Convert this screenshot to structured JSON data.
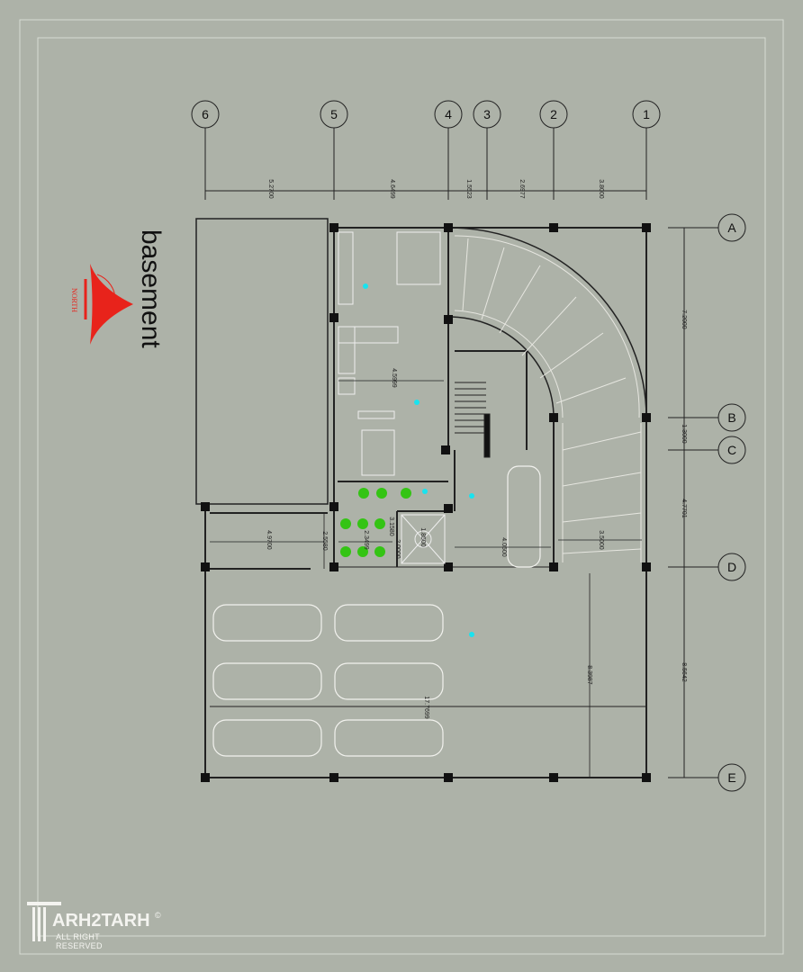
{
  "drawing": {
    "title": "basement",
    "north_label": "NORTH",
    "grid_columns": [
      "6",
      "5",
      "4",
      "3",
      "2",
      "1"
    ],
    "grid_rows": [
      "A",
      "B",
      "C",
      "D",
      "E"
    ],
    "top_dimensions": [
      "5.2700",
      "4.6499",
      "1.5523",
      "2.6977",
      "3.8000"
    ],
    "right_dimensions": [
      "7.2000",
      "1.3000",
      "4.7701",
      "8.5642"
    ],
    "interior_dimensions": {
      "hall_width": "4.5999",
      "left_bay": "4.9700",
      "left_depth": "2.5580",
      "planter_width": "2.3499",
      "planter_depth": "3.1580",
      "planter_inner": "2.0000",
      "shaft": "1.8500",
      "ramp_width": "4.0500",
      "stair_width": "3.5000",
      "parking_depth": "8.3987",
      "total_width": "17.7699"
    },
    "colors": {
      "background": "#adb2a8",
      "north": "#e8231b",
      "plants": "#34c414",
      "fixtures": "#19e3ef"
    }
  },
  "branding": {
    "logo_text": "ARH2TARH",
    "tagline": "ALL RIGHT RESERVED",
    "copyright": "©"
  }
}
